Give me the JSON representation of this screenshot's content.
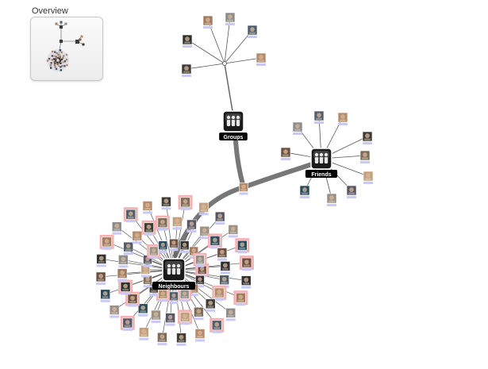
{
  "overview": {
    "title": "Overview"
  },
  "hubs": [
    {
      "id": "groups",
      "label": "Groups"
    },
    {
      "id": "friends",
      "label": "Friends"
    },
    {
      "id": "neighbours",
      "label": "Neighbours"
    }
  ],
  "colors": {
    "link": "#777777",
    "thumb_highlight": "#f4b3b3",
    "hub": "#1a1a1a",
    "label_bg": "#000000",
    "name_tag": "#c9c9f5"
  }
}
